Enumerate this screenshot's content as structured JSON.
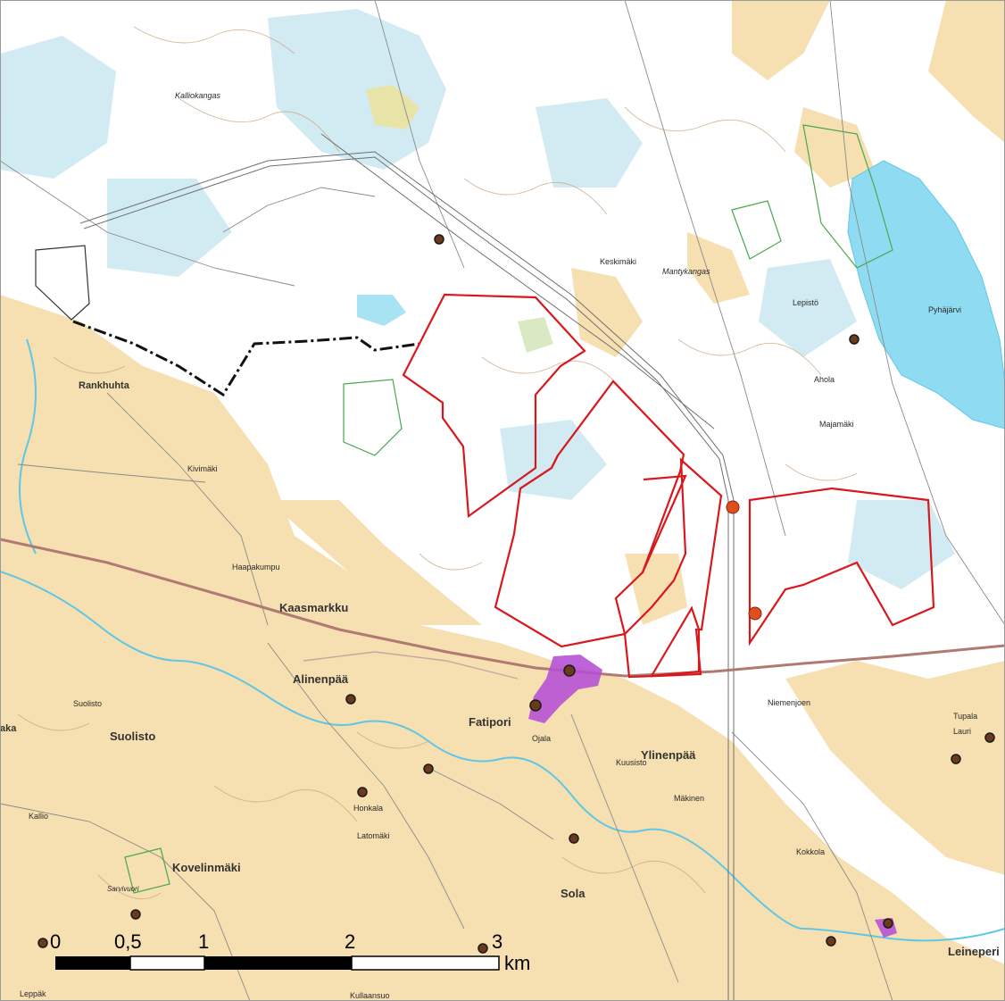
{
  "colors": {
    "field": "#f6dfb1",
    "forest": "#ffffff",
    "marsh": "#cde9f2",
    "lake": "#8fdcf2",
    "contour": "#c9a27a",
    "road_main": "#b07a72",
    "boundary": "#d9181d",
    "cable_route": "#111111",
    "site_marker": "#6b3a1a",
    "highlight_marker": "#e24d1f",
    "protected_area": "#b44fd6",
    "reserve_green": "#48a84e"
  },
  "place_labels": [
    {
      "id": "kaasmarkku",
      "text": "Kaasmarkku"
    },
    {
      "id": "alinenpaa",
      "text": "Alinenpää"
    },
    {
      "id": "fatipori",
      "text": "Fatipori"
    },
    {
      "id": "suolisto",
      "text": "Suolisto"
    },
    {
      "id": "ylinenpaa",
      "text": "Ylinenpää"
    },
    {
      "id": "kovelinmaki",
      "text": "Kovelinmäki"
    },
    {
      "id": "sola",
      "text": "Sola"
    },
    {
      "id": "leineperi",
      "text": "Leineperi"
    },
    {
      "id": "rankhuhta",
      "text": "Rankhuhta"
    },
    {
      "id": "pyhajarvi",
      "text": "Pyhäjärvi"
    },
    {
      "id": "aka",
      "text": "aka"
    },
    {
      "id": "haapakumpu",
      "text": "Haapakumpu"
    },
    {
      "id": "kalliokangas",
      "text": "Kalliokangas"
    },
    {
      "id": "keskimaki",
      "text": "Keskimäki"
    },
    {
      "id": "martykangas",
      "text": "Mantykangas"
    },
    {
      "id": "suolisto_small",
      "text": "Suolisto"
    },
    {
      "id": "tupala",
      "text": "Tupala"
    },
    {
      "id": "ahola",
      "text": "Ahola"
    },
    {
      "id": "majamaki",
      "text": "Majamäki"
    },
    {
      "id": "lepisto",
      "text": "Lepistö"
    },
    {
      "id": "kuusisto",
      "text": "Kuusisto"
    },
    {
      "id": "ojala",
      "text": "Ojala"
    },
    {
      "id": "makinen",
      "text": "Mäkinen"
    },
    {
      "id": "honkala",
      "text": "Honkala"
    },
    {
      "id": "latomaki",
      "text": "Latomäki"
    },
    {
      "id": "kokkola",
      "text": "Kokkola"
    },
    {
      "id": "kallio",
      "text": "Kallio"
    },
    {
      "id": "kulaanlue",
      "text": "Kullaansuo"
    },
    {
      "id": "leppakoski",
      "text": "Leppäk"
    },
    {
      "id": "lauri",
      "text": "Lauri"
    },
    {
      "id": "sarvivuori",
      "text": "Sarvivuori"
    },
    {
      "id": "ylinenpaa_sm",
      "text": "Niemenjoen"
    },
    {
      "id": "kiviluoma",
      "text": "Kivimäki"
    }
  ],
  "scale_bar": {
    "ticks": [
      {
        "label": "0",
        "km": 0
      },
      {
        "label": "0,5",
        "km": 0.5
      },
      {
        "label": "1",
        "km": 1
      },
      {
        "label": "2",
        "km": 2
      },
      {
        "label": "3",
        "km": 3
      }
    ],
    "unit": "km"
  }
}
